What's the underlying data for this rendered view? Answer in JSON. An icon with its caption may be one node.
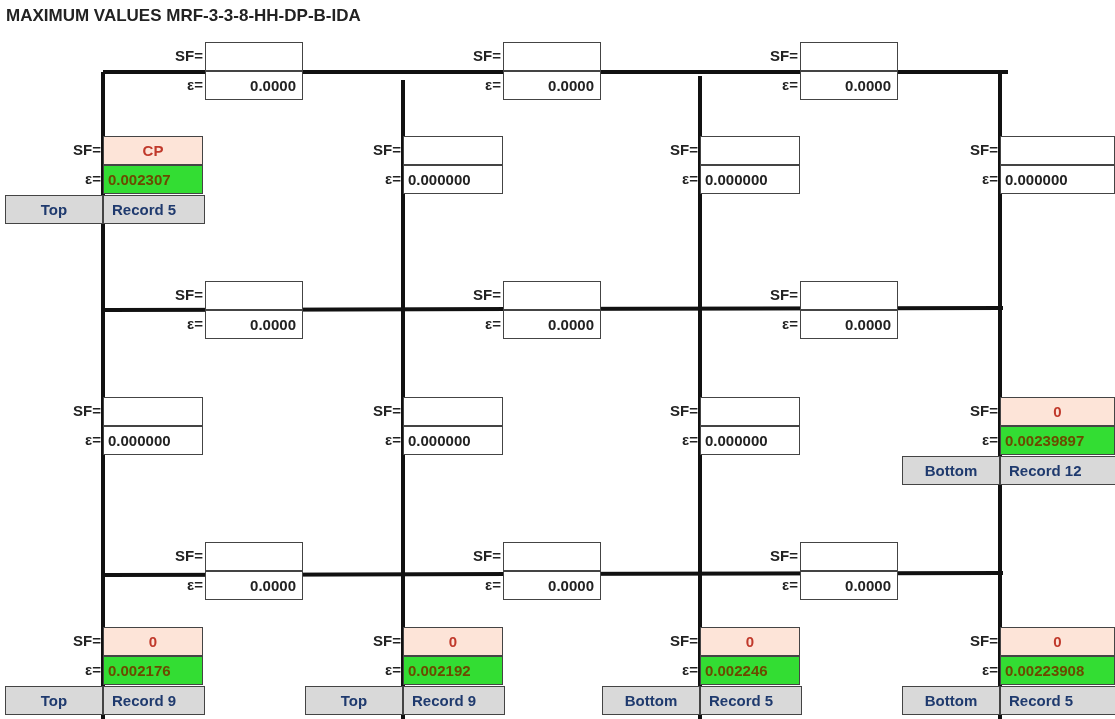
{
  "diagram": {
    "title": "MAXIMUM VALUES MRF-3-3-8-HH-DP-B-IDA",
    "labels": [
      "SF=",
      "SF=",
      "SF=",
      "ε=",
      "0.0000",
      "ε=",
      "0.0000",
      "ε=",
      "0.0000",
      "SF=",
      "CP",
      "SF=",
      "SF=",
      "SF=",
      "ε=",
      "0.002307",
      "ε=",
      "0.000000",
      "ε=",
      "0.000000",
      "ε=",
      "0.000000",
      "Top",
      "Record 5",
      "SF=",
      "SF=",
      "SF=",
      "ε=",
      "0.0000",
      "ε=",
      "0.0000",
      "ε=",
      "0.0000",
      "SF=",
      "SF=",
      "SF=",
      "SF=",
      "0",
      "ε=",
      "0.000000",
      "ε=",
      "0.000000",
      "ε=",
      "0.000000",
      "ε=",
      "0.00239897",
      "Bottom",
      "Record 12",
      "SF=",
      "SF=",
      "SF=",
      "ε=",
      "0.0000",
      "ε=",
      "0.0000",
      "ε=",
      "0.0000",
      "SF=",
      "0",
      "SF=",
      "0",
      "SF=",
      "0",
      "SF=",
      "0",
      "ε=",
      "0.002176",
      "ε=",
      "0.002192",
      "ε=",
      "0.002246",
      "ε=",
      "0.00223908",
      "Top",
      "Record 9",
      "Top",
      "Record 9",
      "Bottom",
      "Record 5",
      "Bottom",
      "Record 5"
    ]
  }
}
